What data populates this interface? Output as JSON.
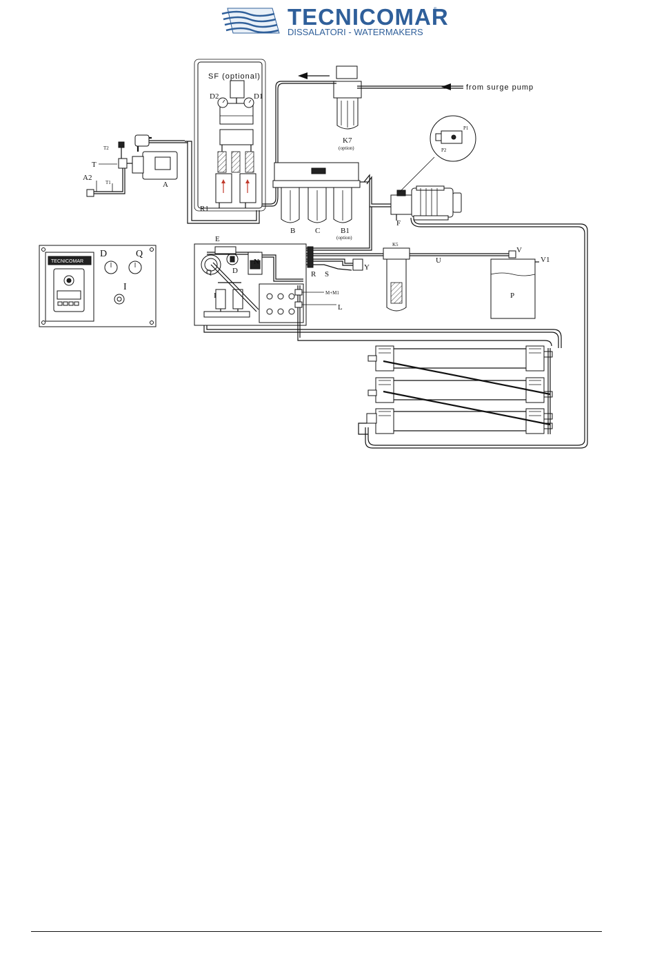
{
  "header": {
    "brand_name": "TECNICOMAR",
    "registered_mark": "®",
    "tagline": "DISSALATORI - WATERMAKERS"
  },
  "diagram": {
    "labels": {
      "sf": "SF (optional)",
      "d2": "D2",
      "d1": "D1",
      "r1": "R1",
      "k7": "K7",
      "k7_opt": "(option)",
      "from_surge_pump": "from surge pump",
      "t2": "T2",
      "t": "T",
      "t1": "T1",
      "a2": "A2",
      "a": "A",
      "b": "B",
      "c": "C",
      "b1": "B1",
      "b1_opt": "(option)",
      "f": "F",
      "p1": "P1",
      "p2": "P2",
      "panel_d": "D",
      "panel_q": "Q",
      "panel_i": "I",
      "e": "E",
      "q": "Q",
      "d": "D",
      "n": "N",
      "r": "R",
      "s": "S",
      "y": "Y",
      "m_m1": "M+M1",
      "l": "L",
      "i": "I",
      "k5": "K5",
      "u": "U",
      "v": "V",
      "v1": "V1",
      "tank_p": "P",
      "controller_brand": "TECNICOMAR"
    }
  }
}
